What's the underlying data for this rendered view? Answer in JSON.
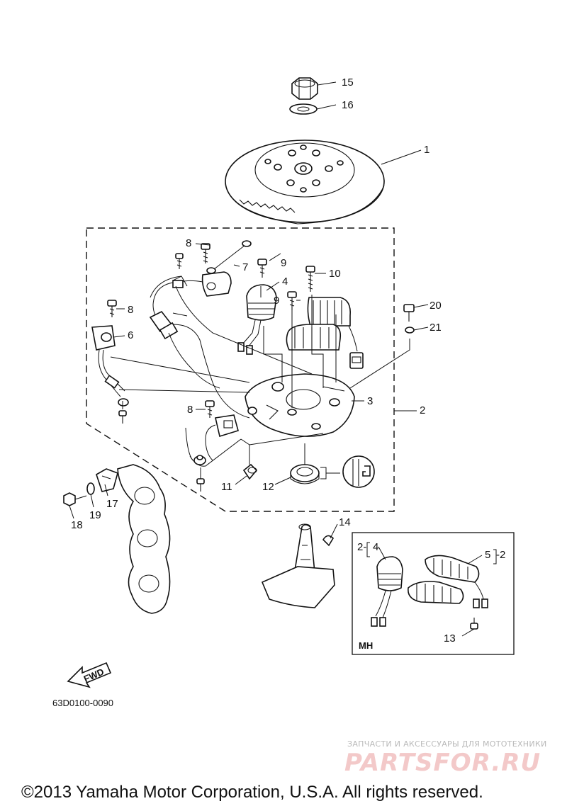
{
  "diagram": {
    "part_numbers": {
      "p1": "1",
      "p2": "2",
      "p3": "3",
      "p4": "4",
      "p5": "5",
      "p6": "6",
      "p7": "7",
      "p8a": "8",
      "p8b": "8",
      "p8c": "8",
      "p9a": "9",
      "p9b": "9",
      "p10": "10",
      "p11": "11",
      "p12": "12",
      "p13": "13",
      "p14": "14",
      "p15": "15",
      "p16": "16",
      "p17": "17",
      "p18": "18",
      "p19": "19",
      "p20": "20",
      "p21": "21"
    },
    "inset": {
      "label": "MH",
      "ref_left_prefix": "2-",
      "ref_left_num": "4",
      "ref_right_num": "5",
      "ref_right_suffix": "-2"
    },
    "fwd_label": "FWD",
    "figure_code": "63D0100-0090"
  },
  "watermark": {
    "tagline": "ЗАПЧАСТИ И АКСЕССУАРЫ ДЛЯ МОТОТЕХНИКИ",
    "logo": "PARTSFOR.RU"
  },
  "copyright": "©2013 Yamaha Motor Corporation, U.S.A. All rights reserved."
}
